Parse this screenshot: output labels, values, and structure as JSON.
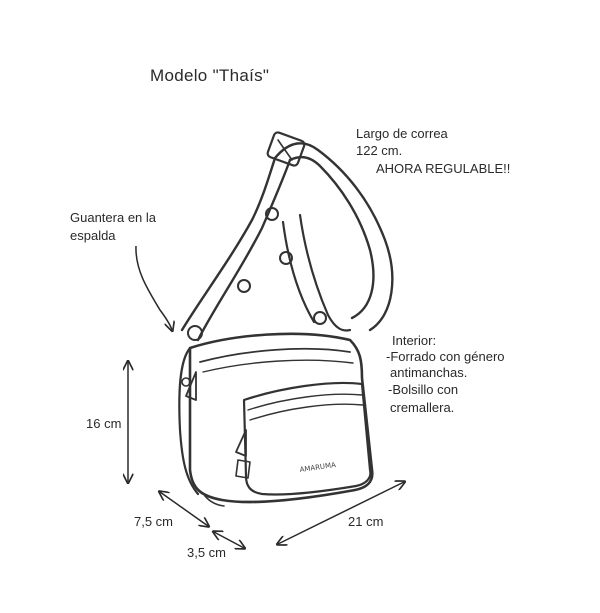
{
  "title": "Modelo  \"Thaís\"",
  "strap_note": {
    "line1": "Largo de correa",
    "line2": "122 cm.",
    "line3": "AHORA REGULABLE!!"
  },
  "back_pocket_note": {
    "line1": "Guantera en la",
    "line2": "espalda"
  },
  "interior_note": {
    "line1": "Interior:",
    "line2": "-Forrado con género",
    "line3": "antimanchas.",
    "line4": "-Bolsillo con",
    "line5": "cremallera."
  },
  "dimensions": {
    "height": "16 cm",
    "depth": "7,5 cm",
    "width": "21 cm",
    "bottom": "3,5 cm"
  },
  "brand_on_bag": "AMARUMA"
}
